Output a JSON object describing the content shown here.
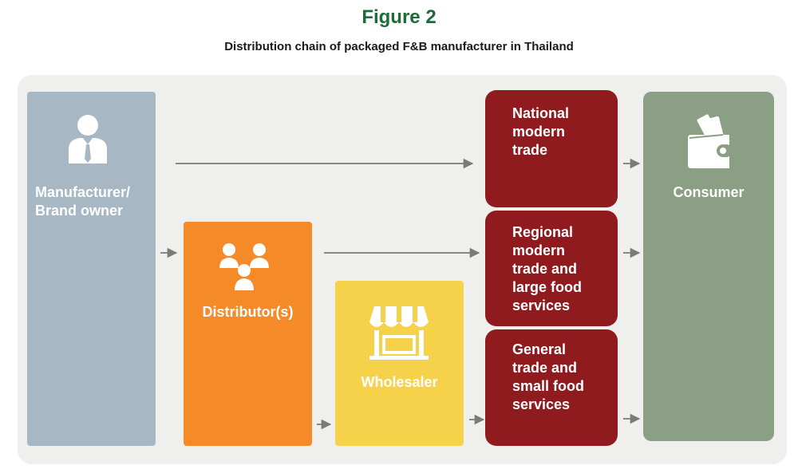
{
  "figure": {
    "label": "Figure 2",
    "title": "Distribution chain of packaged F&B manufacturer in Thailand"
  },
  "nodes": {
    "manufacturer": {
      "label": "Manufacturer/\nBrand owner",
      "icon": "person-icon"
    },
    "distributor": {
      "label": "Distributor(s)",
      "icon": "group-icon"
    },
    "wholesaler": {
      "label": "Wholesaler",
      "icon": "shop-icon"
    },
    "consumer": {
      "label": "Consumer",
      "icon": "wallet-icon"
    }
  },
  "channels": [
    {
      "label": "National\nmodern\ntrade"
    },
    {
      "label": "Regional\nmodern\ntrade and\nlarge food\nservices"
    },
    {
      "label": "General\ntrade and\nsmall food\nservices"
    }
  ],
  "colors": {
    "manufacturer": "#a7b7c4",
    "distributor": "#f58a28",
    "wholesaler": "#f6d14a",
    "channel": "#8f1b1f",
    "consumer": "#8a9f83",
    "arrow": "#7a7a7a",
    "figure_label": "#1f6b3a"
  }
}
